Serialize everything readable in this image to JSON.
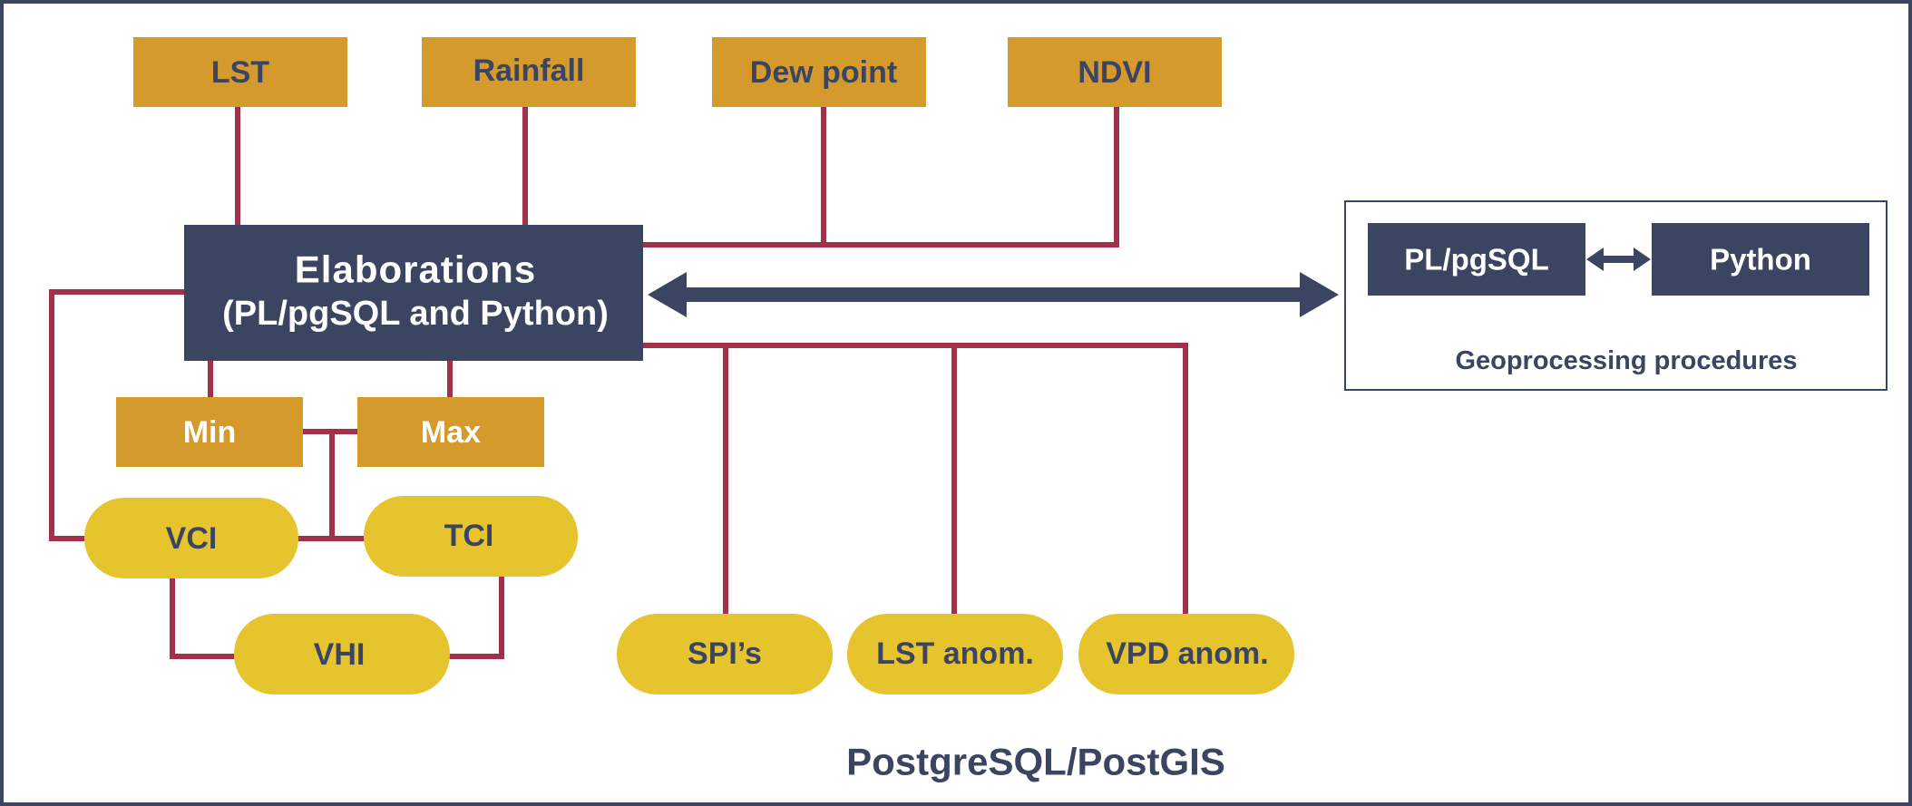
{
  "inputs": {
    "lst": "LST",
    "rainfall": "Rainfall",
    "dew_point": "Dew point",
    "ndvi": "NDVI"
  },
  "elaborations": {
    "line1": "Elaborations",
    "line2": "(PL/pgSQL and Python)"
  },
  "stats": {
    "min": "Min",
    "max": "Max"
  },
  "indices": {
    "vci": "VCI",
    "tci": "TCI",
    "vhi": "VHI",
    "spi": "SPI’s",
    "lst_anom": "LST anom.",
    "vpd_anom": "VPD anom."
  },
  "geoprocessing": {
    "plpgsql": "PL/pgSQL",
    "python": "Python",
    "caption": "Geoprocessing procedures"
  },
  "footer": "PostgreSQL/PostGIS",
  "colors": {
    "navy": "#3b4562",
    "ochre": "#d49a2c",
    "yellow": "#e6c42e",
    "connector": "#a3304a"
  }
}
